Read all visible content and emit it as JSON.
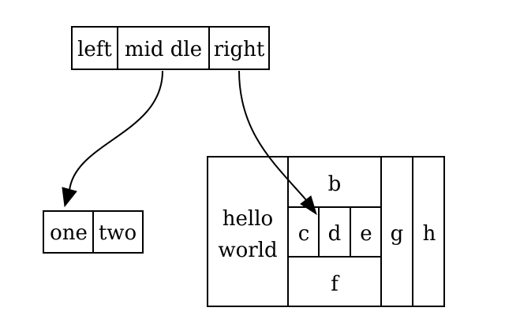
{
  "nodes": {
    "struct1": {
      "left": "left",
      "middle": "mid dle",
      "right": "right"
    },
    "struct2": {
      "one": "one",
      "two": "two"
    },
    "struct3": {
      "hello_line1": "hello",
      "hello_line2": "world",
      "b": "b",
      "c": "c",
      "d": "d",
      "e": "e",
      "f": "f",
      "g": "g",
      "h": "h"
    }
  },
  "edges": [
    {
      "from": "struct1.middle",
      "to": "struct2.one"
    },
    {
      "from": "struct1.right",
      "to": "struct3.d"
    }
  ]
}
